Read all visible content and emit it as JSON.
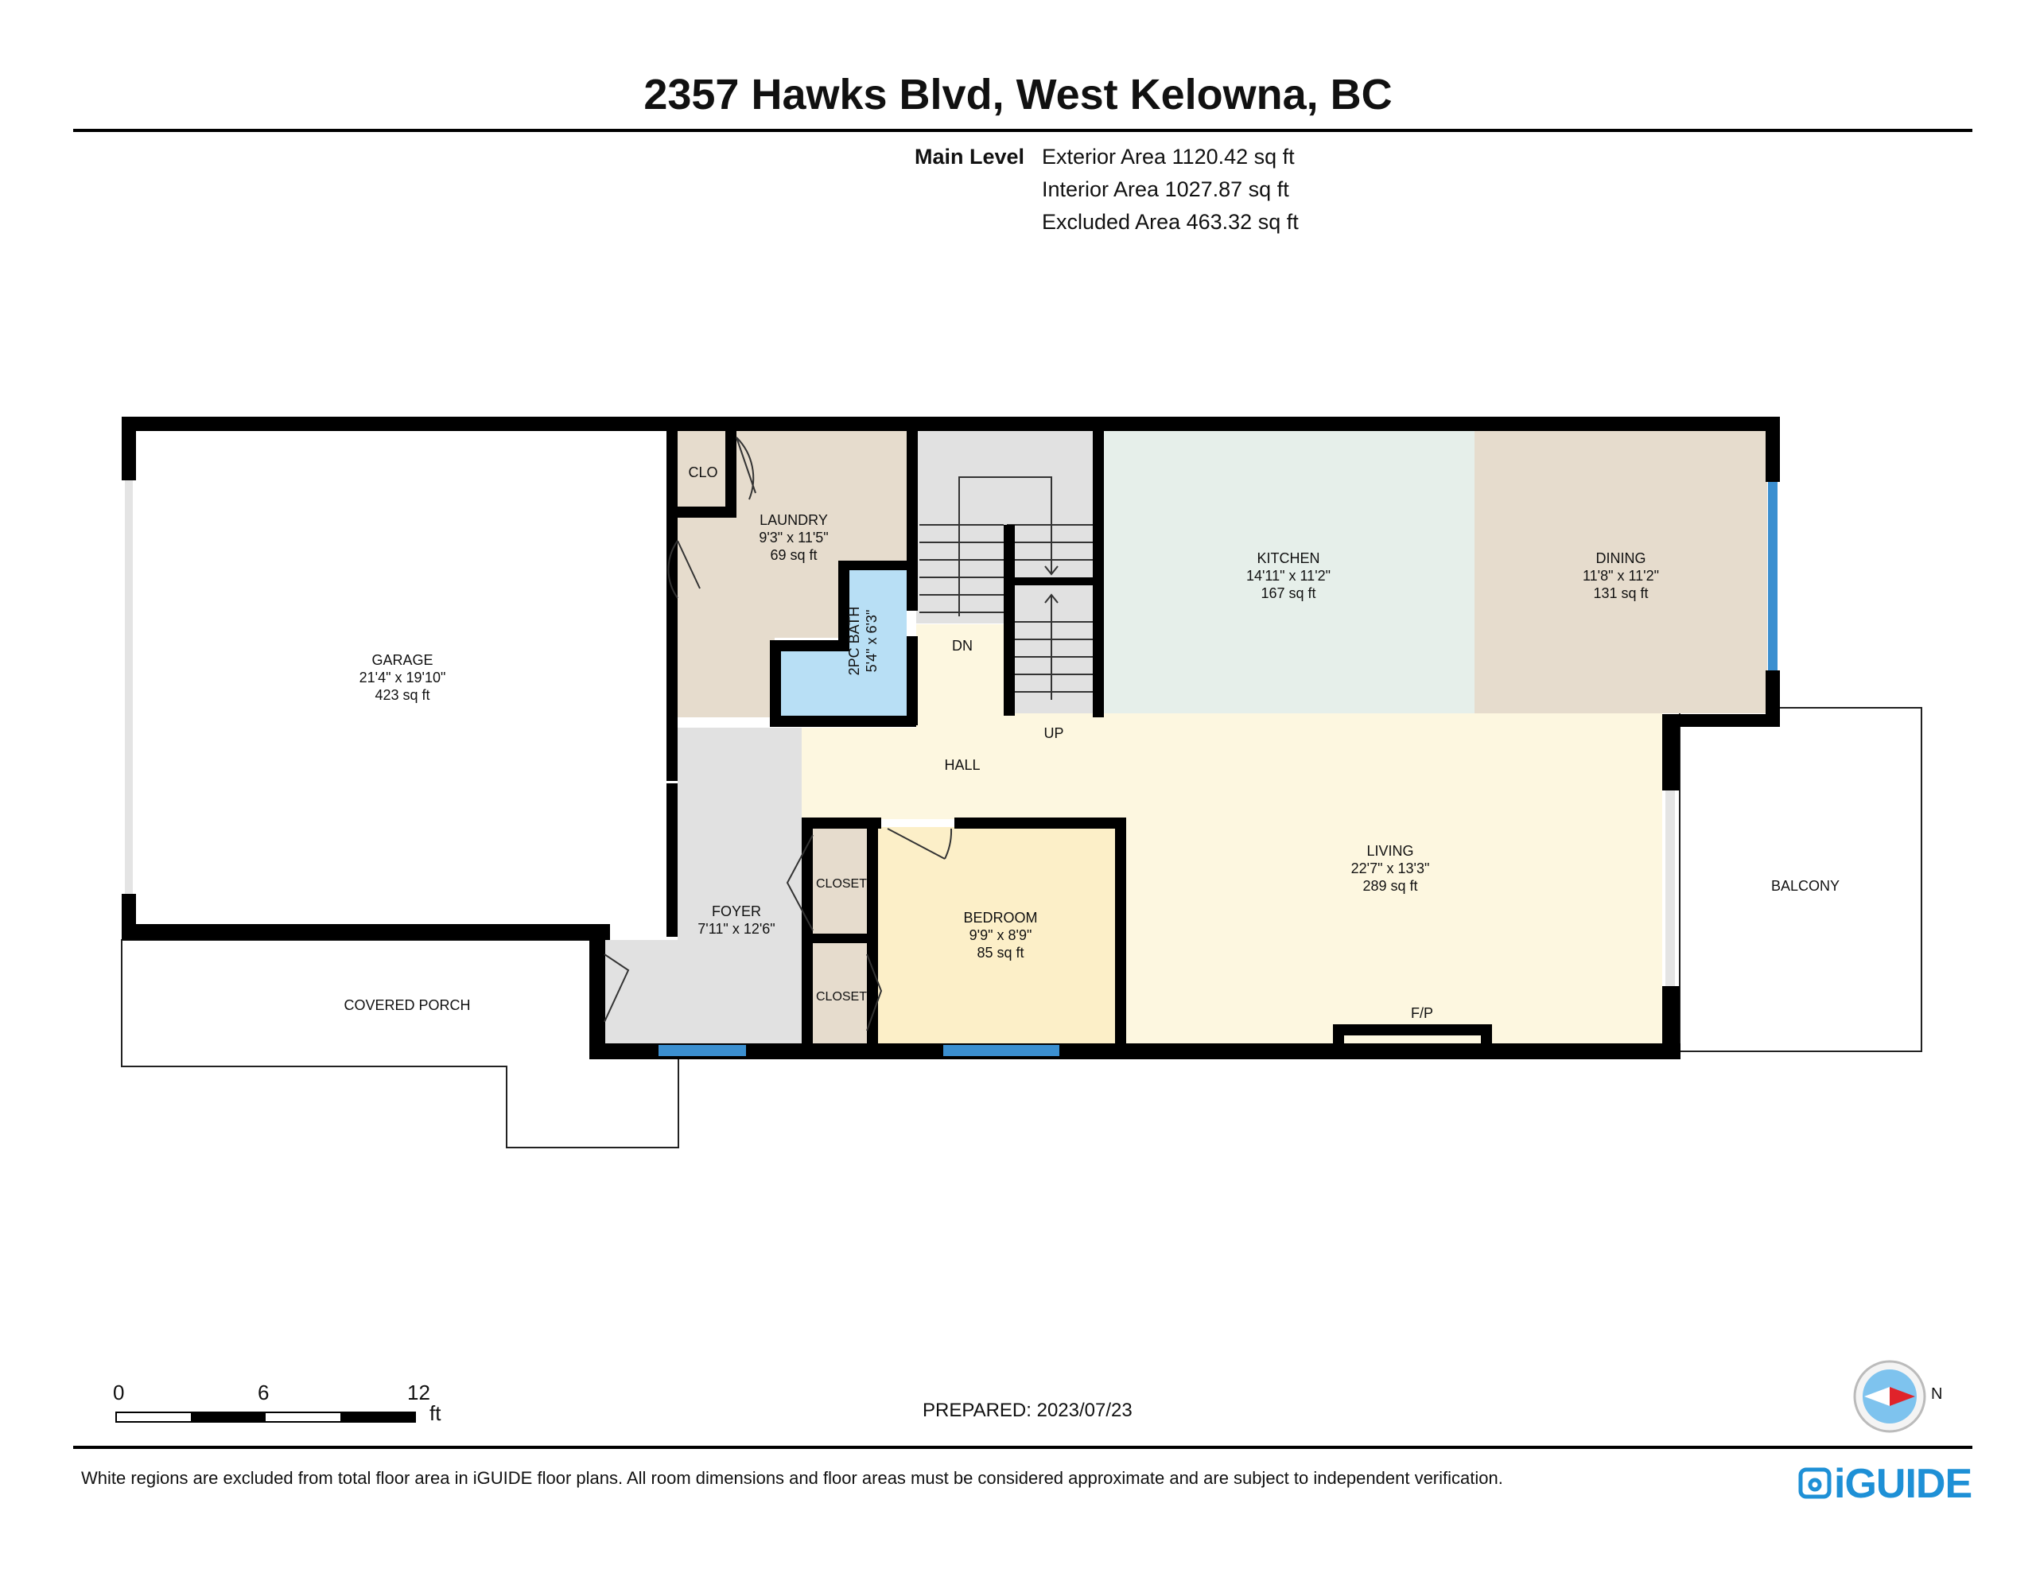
{
  "title": "2357 Hawks Blvd, West Kelowna, BC",
  "level": {
    "name": "Main Level",
    "exterior": "Exterior Area 1120.42 sq ft",
    "interior": "Interior Area 1027.87 sq ft",
    "excluded": "Excluded Area 463.32 sq ft"
  },
  "rooms": {
    "garage": {
      "name": "GARAGE",
      "dims": "21'4\" x 19'10\"",
      "area": "423 sq ft"
    },
    "laundry": {
      "name": "LAUNDRY",
      "dims": "9'3\" x 11'5\"",
      "area": "69 sq ft"
    },
    "clo": {
      "name": "CLO"
    },
    "bath": {
      "name": "2PC BATH",
      "dims": "5'4\" x 6'3\""
    },
    "kitchen": {
      "name": "KITCHEN",
      "dims": "14'11\" x 11'2\"",
      "area": "167 sq ft"
    },
    "dining": {
      "name": "DINING",
      "dims": "11'8\" x 11'2\"",
      "area": "131 sq ft"
    },
    "living": {
      "name": "LIVING",
      "dims": "22'7\" x 13'3\"",
      "area": "289 sq ft"
    },
    "bedroom": {
      "name": "BEDROOM",
      "dims": "9'9\" x 8'9\"",
      "area": "85 sq ft"
    },
    "foyer": {
      "name": "FOYER",
      "dims": "7'11\" x 12'6\""
    },
    "hall": {
      "name": "HALL"
    },
    "closet1": {
      "name": "CLOSET"
    },
    "closet2": {
      "name": "CLOSET"
    },
    "porch": {
      "name": "COVERED PORCH"
    },
    "balcony": {
      "name": "BALCONY"
    },
    "stairs_dn": "DN",
    "stairs_up": "UP",
    "fireplace": "F/P"
  },
  "scale": {
    "t0": "0",
    "t6": "6",
    "t12": "12",
    "unit": "ft"
  },
  "compass_label": "N",
  "prepared": "PREPARED: 2023/07/23",
  "footer": "White regions are excluded from total floor area in iGUIDE floor plans. All room dimensions and floor areas must be considered approximate and are subject to independent verification.",
  "logo": "iGUIDE",
  "colors": {
    "laundry": "#e6dccd",
    "bath": "#b8dff5",
    "kitchen": "#e6efea",
    "dining": "#e6dccd",
    "living": "#fdf7e0",
    "bedroom": "#fcefc8",
    "foyer": "#e1e1e1",
    "hall": "#fdf7e0",
    "stair": "#e1e1e1",
    "window": "#3b8fd0",
    "logo": "#1e90d6"
  }
}
